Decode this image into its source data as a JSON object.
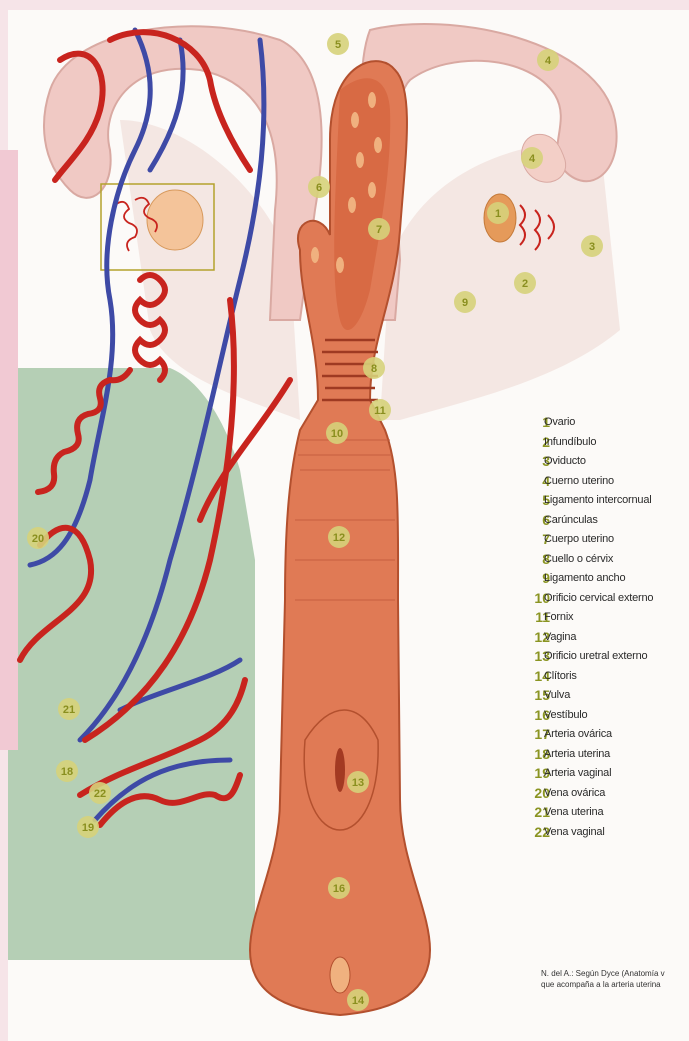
{
  "legend": [
    {
      "num": "1",
      "label": "Ovario"
    },
    {
      "num": "2",
      "label": "Infundíbulo"
    },
    {
      "num": "3",
      "label": "Oviducto"
    },
    {
      "num": "4",
      "label": "Cuerno uterino"
    },
    {
      "num": "5",
      "label": "Ligamento intercornual"
    },
    {
      "num": "6",
      "label": "Carúnculas"
    },
    {
      "num": "7",
      "label": "Cuerpo uterino"
    },
    {
      "num": "8",
      "label": "Cuello o cérvix"
    },
    {
      "num": "9",
      "label": "Ligamento ancho"
    },
    {
      "num": "10",
      "label": "Orificio cervical externo"
    },
    {
      "num": "11",
      "label": "Fornix"
    },
    {
      "num": "12",
      "label": "Vagina"
    },
    {
      "num": "13",
      "label": "Orificio uretral externo"
    },
    {
      "num": "14",
      "label": "Clítoris"
    },
    {
      "num": "15",
      "label": "Vulva"
    },
    {
      "num": "16",
      "label": "Vestíbulo"
    },
    {
      "num": "17",
      "label": "Arteria ovárica"
    },
    {
      "num": "18",
      "label": "Arteria uterina"
    },
    {
      "num": "19",
      "label": "Arteria vaginal"
    },
    {
      "num": "20",
      "label": "Vena ovárica"
    },
    {
      "num": "21",
      "label": "Vena uterina"
    },
    {
      "num": "22",
      "label": "Vena vaginal"
    }
  ],
  "footnote": {
    "line1": "N. del A.: Según Dyce (Anatomía v",
    "line2": "que acompaña a la arteria uterina"
  },
  "callouts": [
    "1",
    "2",
    "3",
    "4",
    "4",
    "5",
    "6",
    "7",
    "8",
    "9",
    "10",
    "11",
    "12",
    "13",
    "14",
    "16",
    "18",
    "19",
    "20",
    "21",
    "22"
  ],
  "colors": {
    "artery": "#c8241e",
    "vein": "#3e4aa6",
    "tissue": "#e07a55",
    "ligament": "#f1dcd8",
    "highlight_panel": "#a8c7a9",
    "callout_fill": "#d6d27a",
    "callout_text": "#8a8f1f"
  }
}
